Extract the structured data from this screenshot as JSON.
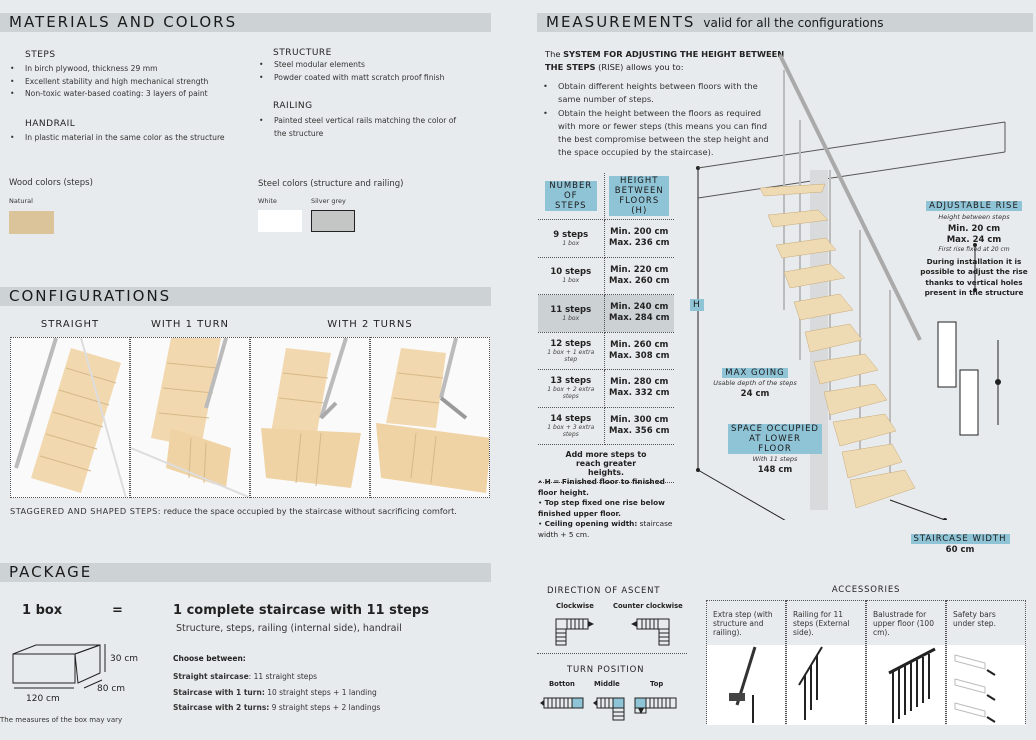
{
  "materials": {
    "title": "MATERIALS AND COLORS",
    "steps": {
      "heading": "STEPS",
      "items": [
        "In birch plywood, thickness 29 mm",
        "Excellent stability and high mechanical strength",
        "Non-toxic water-based coating: 3 layers of paint"
      ]
    },
    "handrail": {
      "heading": "HANDRAIL",
      "items": [
        "In plastic material in the same color as the structure"
      ]
    },
    "structure": {
      "heading": "STRUCTURE",
      "items": [
        "Steel modular elements",
        "Powder coated with matt scratch proof finish"
      ]
    },
    "railing": {
      "heading": "RAILING",
      "items": [
        "Painted steel vertical rails matching the color of the structure"
      ]
    },
    "wood_colors": {
      "label": "Wood colors (steps)",
      "swatches": [
        {
          "name": "Natural",
          "color": "#dcc49a"
        }
      ]
    },
    "steel_colors": {
      "label": "Steel colors (structure and railing)",
      "swatches": [
        {
          "name": "White",
          "color": "#ffffff"
        },
        {
          "name": "Silver grey",
          "color": "#c4c5c5"
        }
      ]
    }
  },
  "configurations": {
    "title": "CONFIGURATIONS",
    "labels": [
      "STRAIGHT",
      "WITH 1 TURN",
      "WITH 2 TURNS"
    ],
    "note_bold": "STAGGERED AND SHAPED STEPS:",
    "note": " reduce the space occupied by the staircase without sacrificing comfort."
  },
  "package": {
    "title": "PACKAGE",
    "box_label": "1 box",
    "equals": "=",
    "headline": "1 complete staircase with 11 steps",
    "subline": "Structure, steps, railing (internal side), handrail",
    "dims": {
      "height": "30 cm",
      "depth": "80 cm",
      "width": "120 cm"
    },
    "note": "The measures of the box may vary",
    "choose": "Choose between:",
    "options": [
      {
        "bold": "Straight staircase",
        "text": ": 11 straight steps"
      },
      {
        "bold": "Staircase with 1 turn:",
        "text": " 10 straight steps + 1 landing"
      },
      {
        "bold": "Staircase with 2 turns:",
        "text": " 9 straight steps + 2 landings"
      }
    ]
  },
  "measurements": {
    "title": "MEASUREMENTS",
    "subtitle": "valid for all the configurations",
    "intro_pre": "The ",
    "intro_bold": "SYSTEM FOR ADJUSTING THE HEIGHT BETWEEN THE STEPS",
    "intro_post": " (RISE) allows you to:",
    "bullets": [
      "Obtain different heights between floors with the same number of steps.",
      "Obtain the height between the floors as required with more or fewer steps (this means you can find the best compromise between the step height and the space occupied by the staircase)."
    ],
    "table": {
      "col1": "NUMBER OF STEPS",
      "col2": "HEIGHT BETWEEN FLOORS (H)",
      "rows": [
        {
          "steps": "9 steps",
          "box": "1 box",
          "min": "Min. 200 cm",
          "max": "Max. 236 cm",
          "highlight": false
        },
        {
          "steps": "10 steps",
          "box": "1 box",
          "min": "Min. 220 cm",
          "max": "Max. 260 cm",
          "highlight": false
        },
        {
          "steps": "11 steps",
          "box": "1 box",
          "min": "Min. 240 cm",
          "max": "Max. 284 cm",
          "highlight": true
        },
        {
          "steps": "12 steps",
          "box": "1 box + 1 extra step",
          "min": "Min. 260 cm",
          "max": "Max. 308 cm",
          "highlight": false
        },
        {
          "steps": "13 steps",
          "box": "1 box + 2 extra steps",
          "min": "Min. 280 cm",
          "max": "Max. 332 cm",
          "highlight": false
        },
        {
          "steps": "14 steps",
          "box": "1 box + 3 extra steps",
          "min": "Min. 300 cm",
          "max": "Max. 356 cm",
          "highlight": false
        }
      ],
      "footer": "Add more steps to reach greater heights."
    },
    "notes": [
      {
        "bold": "H = Finished floor to finished floor height.",
        "text": ""
      },
      {
        "bold": "Top step fixed one rise below finished upper floor.",
        "text": ""
      },
      {
        "bold": "Ceiling opening width:",
        "text": " staircase width + 5 cm."
      }
    ],
    "h_label": "H",
    "adjustable_rise": {
      "tag": "ADJUSTABLE RISE",
      "sub": "Height between steps",
      "min": "Min. 20 cm",
      "max": "Max. 24 cm",
      "fixed": "First rise fixed at 20 cm",
      "info": "During installation it is possible to adjust the rise thanks to vertical holes present in the structure"
    },
    "max_going": {
      "tag": "MAX GOING",
      "sub": "Usable depth of the steps",
      "value": "24 cm"
    },
    "space": {
      "tag": "SPACE OCCUPIED AT LOWER FLOOR",
      "sub": "With 11 steps",
      "value": "148 cm"
    },
    "width": {
      "tag": "STAIRCASE WIDTH",
      "value": "60 cm"
    }
  },
  "direction": {
    "title": "DIRECTION OF ASCENT",
    "options": [
      "Clockwise",
      "Counter clockwise"
    ],
    "turn_title": "TURN POSITION",
    "turn_options": [
      "Botton",
      "Middle",
      "Top"
    ]
  },
  "accessories": {
    "title": "ACCESSORIES",
    "items": [
      "Extra step (with structure and railing).",
      "Railing for 11 steps (External side).",
      "Balustrade for upper floor (100 cm).",
      "Safety bars under step."
    ]
  }
}
